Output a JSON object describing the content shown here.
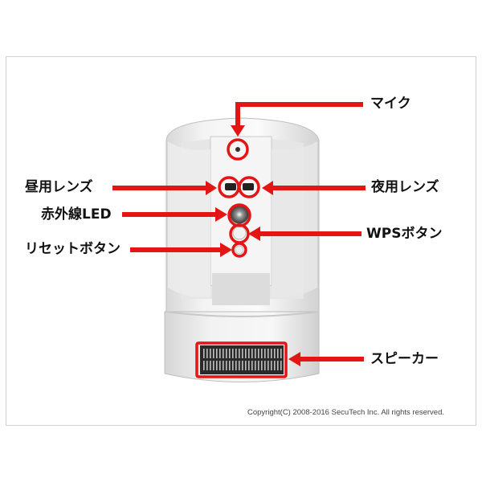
{
  "callouts": {
    "mic": "マイク",
    "day_lens": "昼用レンズ",
    "night_lens": "夜用レンズ",
    "ir_led": "赤外線LED",
    "wps_button": "WPSボタン",
    "reset_button": "リセットボタン",
    "speaker": "スピーカー"
  },
  "copyright": "Copyright(C) 2008-2016 SecuTech Inc. All rights reserved.",
  "colors": {
    "callout_red": "#e31515",
    "camera_body": "#ececec",
    "label_text": "#111111"
  }
}
